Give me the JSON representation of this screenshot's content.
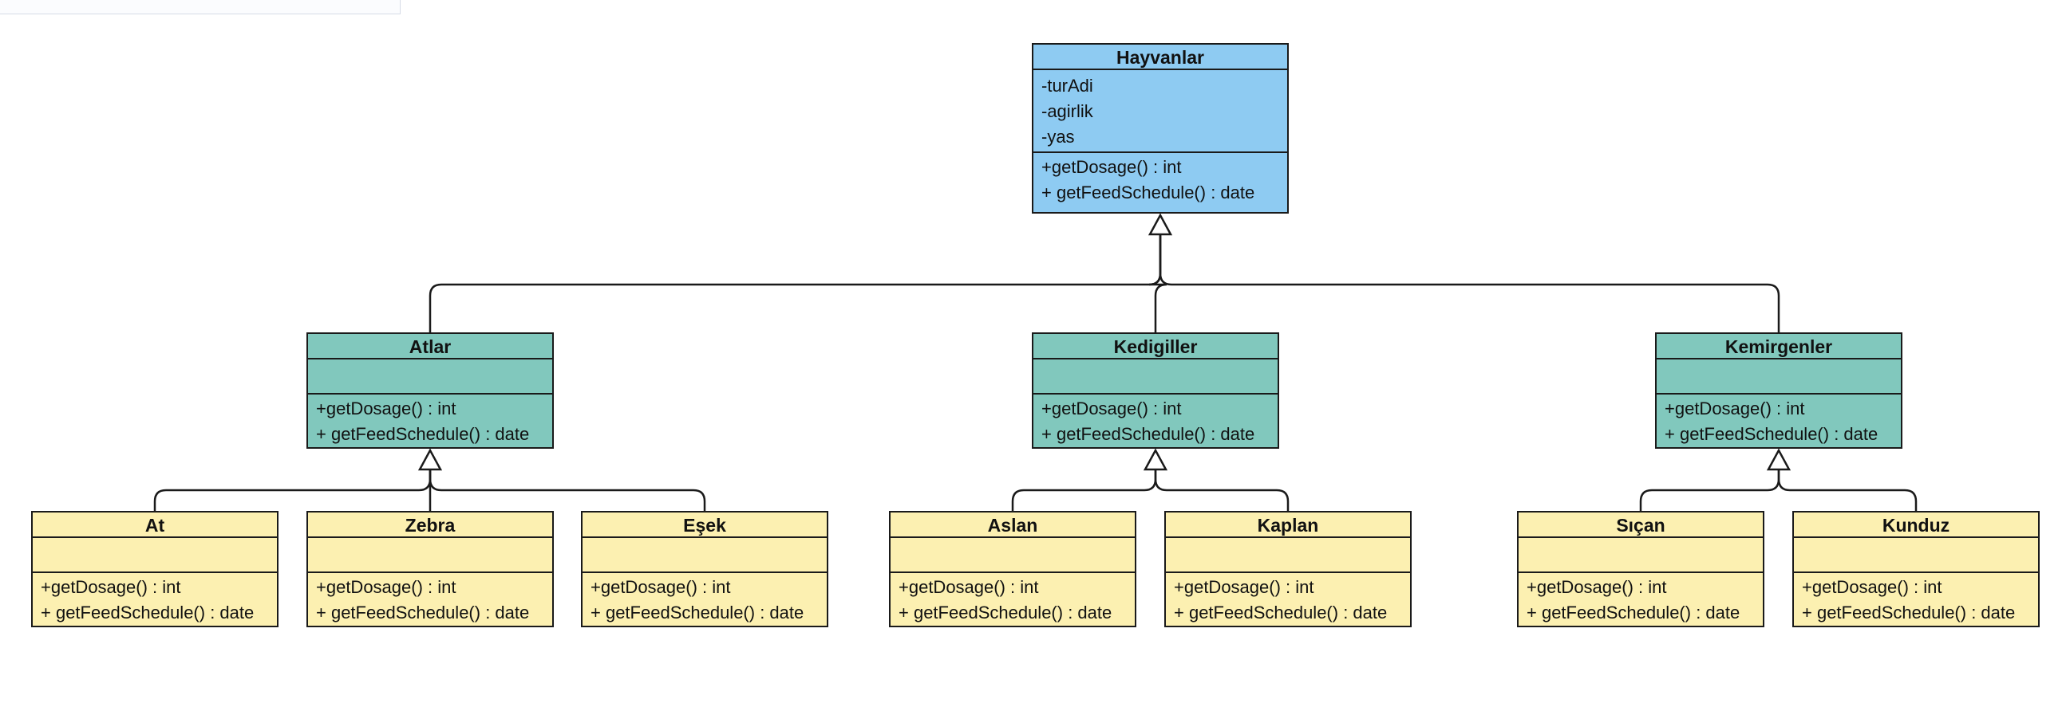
{
  "colors": {
    "root": "#8ecbf2",
    "mid": "#81c8bd",
    "leaf": "#fcf0b1",
    "stroke": "#1a1a1a"
  },
  "classes": [
    {
      "id": "hayvanlar",
      "name": "Hayvanlar",
      "tier": "root",
      "attributes": [
        "-turAdi",
        "-agirlik",
        "-yas"
      ],
      "operations": [
        "+getDosage() : int",
        "+ getFeedSchedule() : date"
      ]
    },
    {
      "id": "atlar",
      "name": "Atlar",
      "tier": "mid",
      "parent": "hayvanlar",
      "attributes": [],
      "operations": [
        "+getDosage() : int",
        "+ getFeedSchedule() : date"
      ]
    },
    {
      "id": "kedigiller",
      "name": "Kedigiller",
      "tier": "mid",
      "parent": "hayvanlar",
      "attributes": [],
      "operations": [
        "+getDosage() : int",
        "+ getFeedSchedule() : date"
      ]
    },
    {
      "id": "kemirgenler",
      "name": "Kemirgenler",
      "tier": "mid",
      "parent": "hayvanlar",
      "attributes": [],
      "operations": [
        "+getDosage() : int",
        "+ getFeedSchedule() : date"
      ]
    },
    {
      "id": "at",
      "name": "At",
      "tier": "leaf",
      "parent": "atlar",
      "attributes": [],
      "operations": [
        "+getDosage() : int",
        "+ getFeedSchedule() : date"
      ]
    },
    {
      "id": "zebra",
      "name": "Zebra",
      "tier": "leaf",
      "parent": "atlar",
      "attributes": [],
      "operations": [
        "+getDosage() : int",
        "+ getFeedSchedule() : date"
      ]
    },
    {
      "id": "esek",
      "name": "Eşek",
      "tier": "leaf",
      "parent": "atlar",
      "attributes": [],
      "operations": [
        "+getDosage() : int",
        "+ getFeedSchedule() : date"
      ]
    },
    {
      "id": "aslan",
      "name": "Aslan",
      "tier": "leaf",
      "parent": "kedigiller",
      "attributes": [],
      "operations": [
        "+getDosage() : int",
        "+ getFeedSchedule() : date"
      ]
    },
    {
      "id": "kaplan",
      "name": "Kaplan",
      "tier": "leaf",
      "parent": "kedigiller",
      "attributes": [],
      "operations": [
        "+getDosage() : int",
        "+ getFeedSchedule() : date"
      ]
    },
    {
      "id": "sican",
      "name": "Sıçan",
      "tier": "leaf",
      "parent": "kemirgenler",
      "attributes": [],
      "operations": [
        "+getDosage() : int",
        "+ getFeedSchedule() : date"
      ]
    },
    {
      "id": "kunduz",
      "name": "Kunduz",
      "tier": "leaf",
      "parent": "kemirgenler",
      "attributes": [],
      "operations": [
        "+getDosage() : int",
        "+ getFeedSchedule() : date"
      ]
    }
  ]
}
